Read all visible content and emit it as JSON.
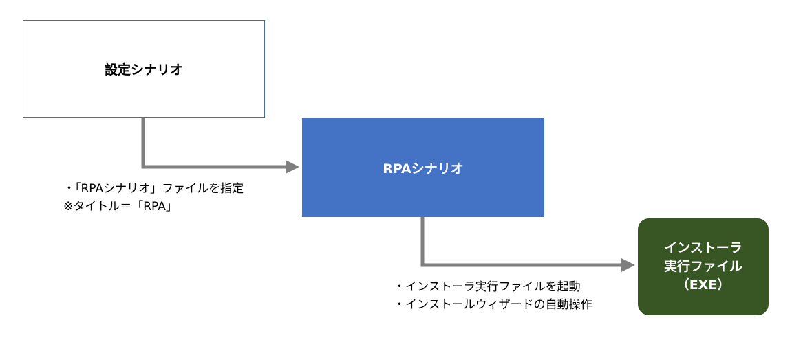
{
  "nodes": {
    "settings_scenario": "設定シナリオ",
    "rpa_scenario": "RPAシナリオ",
    "installer": {
      "line1": "インストーラ",
      "line2": "実行ファイル",
      "line3": "（EXE）"
    }
  },
  "notes": {
    "note1": {
      "line1": "・「RPAシナリオ」ファイルを指定",
      "line2": "※タイトル＝「RPA」"
    },
    "note2": {
      "line1": "・インストーラ実行ファイルを起動",
      "line2": "・インストールウィザードの自動操作"
    }
  },
  "colors": {
    "settings_border": "#41719c",
    "rpa_fill": "#4472c4",
    "installer_fill": "#375623",
    "connector": "#7f7f7f"
  }
}
